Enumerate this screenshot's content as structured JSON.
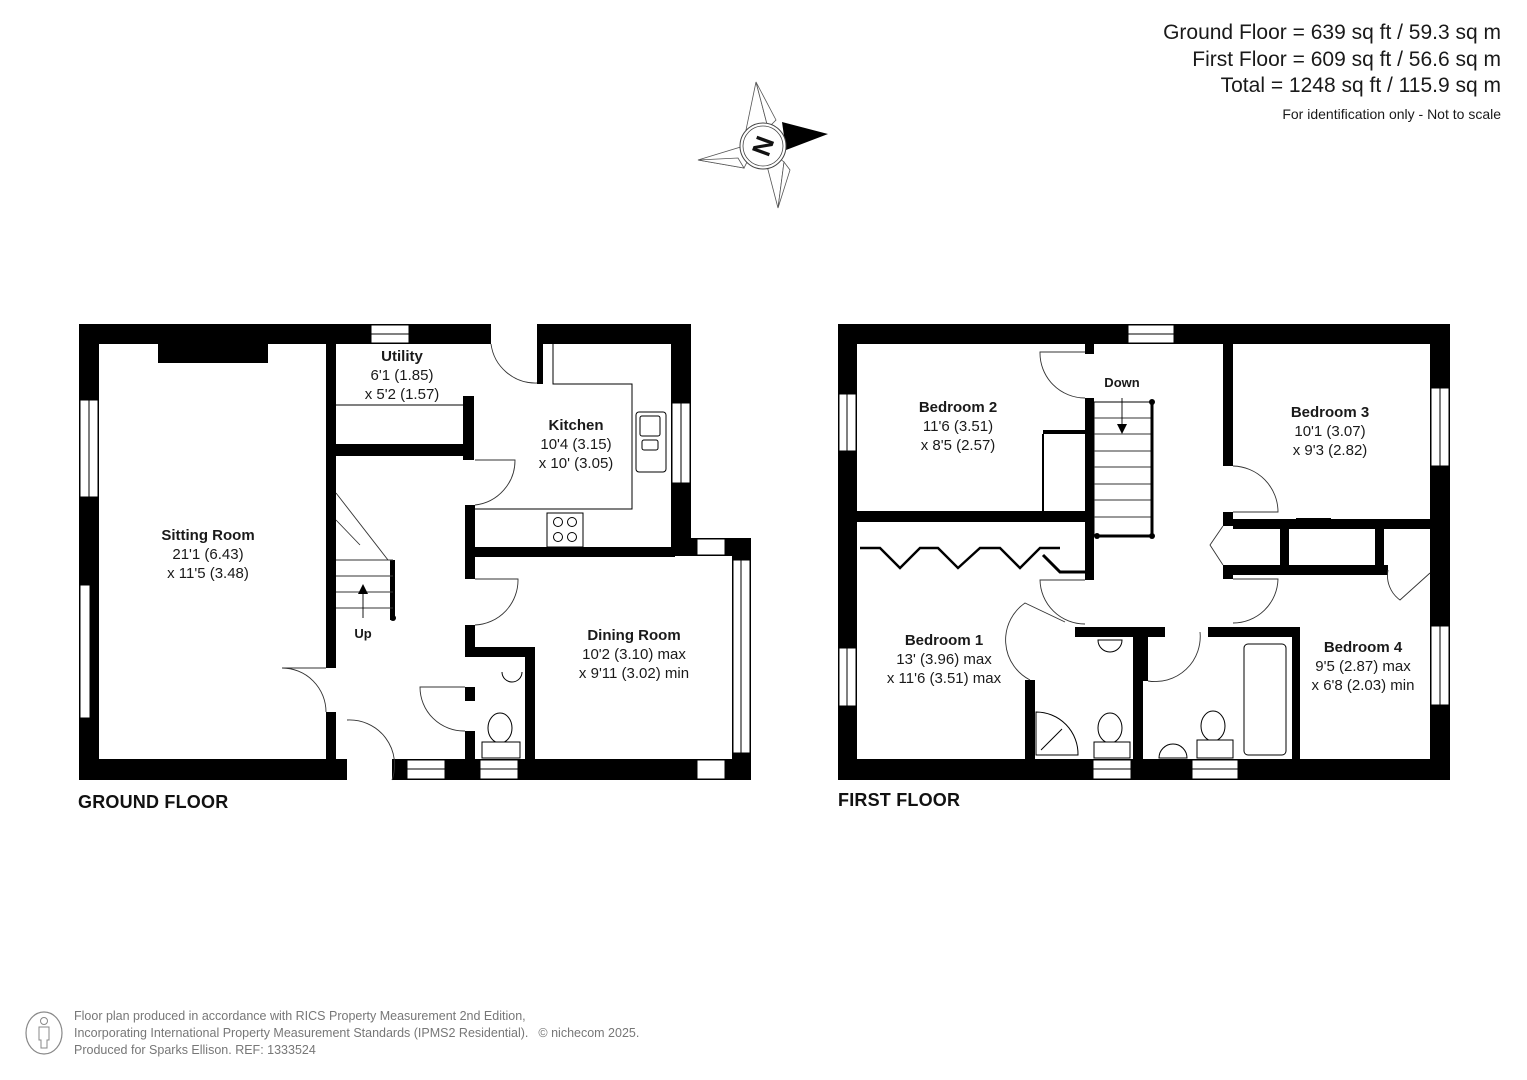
{
  "area_summary": {
    "ground_floor": "Ground Floor = 639 sq ft / 59.3 sq m",
    "first_floor": "First Floor = 609 sq ft / 56.6 sq m",
    "total": "Total = 1248 sq ft / 115.9 sq m",
    "note": "For identification only - Not to scale"
  },
  "compass": {
    "icon": "compass-rose-icon",
    "letter": "N"
  },
  "ground_floor": {
    "title": "GROUND FLOOR",
    "stair_label": "Up",
    "rooms": [
      {
        "name": "Sitting Room",
        "dim1": "21'1 (6.43)",
        "dim2": "x 11'5 (3.48)"
      },
      {
        "name": "Utility",
        "dim1": "6'1 (1.85)",
        "dim2": "x 5'2 (1.57)"
      },
      {
        "name": "Kitchen",
        "dim1": "10'4 (3.15)",
        "dim2": "x 10' (3.05)"
      },
      {
        "name": "Dining Room",
        "dim1": "10'2 (3.10) max",
        "dim2": "x 9'11 (3.02) min"
      }
    ]
  },
  "first_floor": {
    "title": "FIRST FLOOR",
    "stair_label": "Down",
    "rooms": [
      {
        "name": "Bedroom 2",
        "dim1": "11'6 (3.51)",
        "dim2": "x 8'5 (2.57)"
      },
      {
        "name": "Bedroom 3",
        "dim1": "10'1 (3.07)",
        "dim2": "x 9'3 (2.82)"
      },
      {
        "name": "Bedroom 1",
        "dim1": "13' (3.96) max",
        "dim2": "x 11'6 (3.51) max"
      },
      {
        "name": "Bedroom 4",
        "dim1": "9'5 (2.87) max",
        "dim2": "x 6'8 (2.03) min"
      }
    ]
  },
  "footer": {
    "icon": "person-outline-icon",
    "line1": "Floor plan produced in accordance with RICS Property Measurement 2nd Edition,",
    "line2": "Incorporating International Property Measurement Standards (IPMS2 Residential).",
    "brand": "© nichecom 2025.",
    "line3": "Produced for Sparks Ellison.   REF: 1333524"
  },
  "colors": {
    "wall": "#000000",
    "background": "#ffffff",
    "text": "#1a1a1a",
    "footer_text": "#777777"
  }
}
